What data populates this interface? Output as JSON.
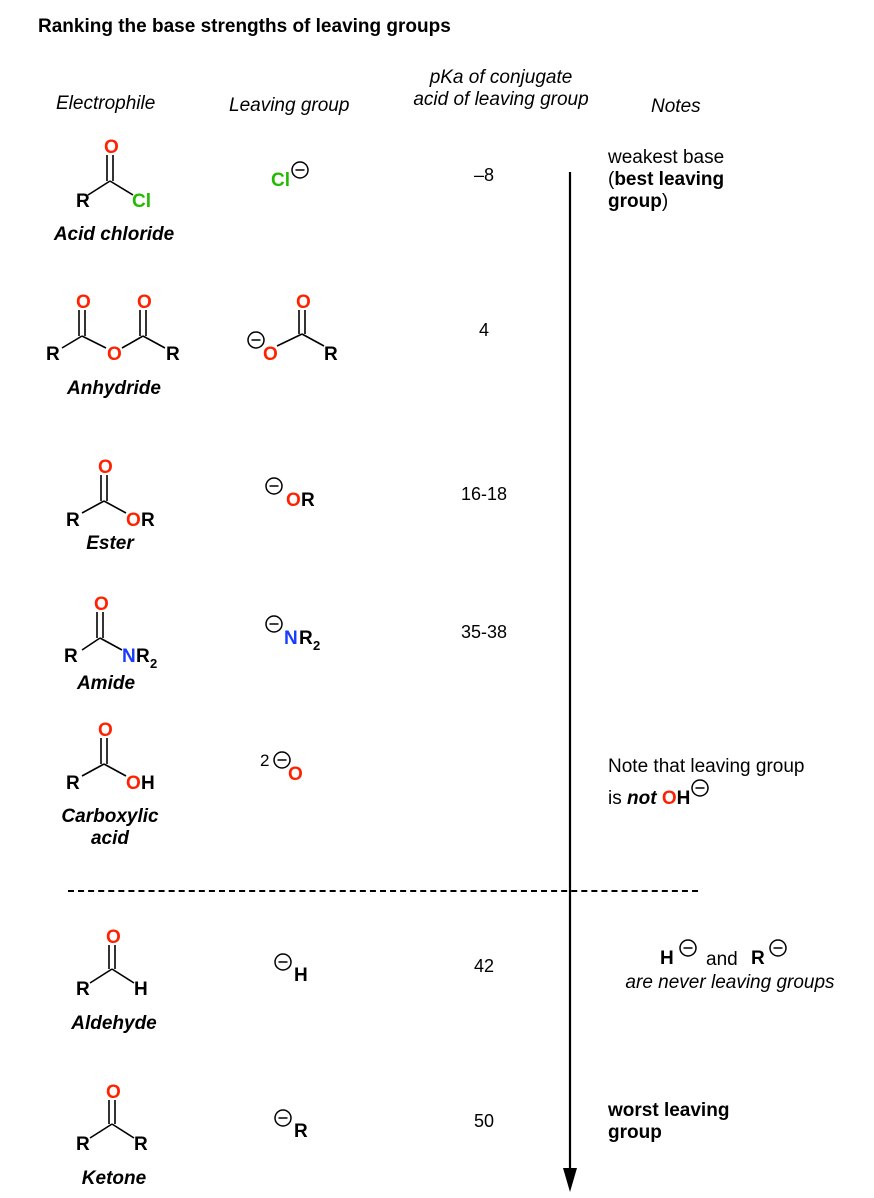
{
  "title": "Ranking the base strengths of leaving groups",
  "headers": {
    "electrophile": "Electrophile",
    "leaving_group": "Leaving group",
    "pka_line1": "pKa of conjugate",
    "pka_line2": "acid of leaving group",
    "notes": "Notes"
  },
  "rows": [
    {
      "name": "Acid chloride",
      "pka": "–8"
    },
    {
      "name": "Anhydride",
      "pka": "4"
    },
    {
      "name": "Ester",
      "pka": "16-18"
    },
    {
      "name": "Amide",
      "pka": "35-38"
    },
    {
      "name_line1": "Carboxylic",
      "name_line2": "acid",
      "pka": ""
    },
    {
      "name": "Aldehyde",
      "pka": "42"
    },
    {
      "name": "Ketone",
      "pka": "50"
    }
  ],
  "atoms": {
    "R": "R",
    "O": "O",
    "Cl": "Cl",
    "OR": "OR",
    "N": "N",
    "R2": "R",
    "sub2": "2",
    "OH": "OH",
    "H": "H",
    "two": "2"
  },
  "notes": {
    "weakest_line1": "weakest base",
    "weakest_open": "(",
    "weakest_bold1": "best leaving",
    "weakest_bold2": "group",
    "weakest_close": ")",
    "cooh_line1": "Note that leaving group",
    "cooh_is": "is ",
    "cooh_not": "not",
    "cooh_O": "O",
    "cooh_H": "H",
    "never_H": "H",
    "never_and": "and",
    "never_R": "R",
    "never_line2": "are never leaving groups",
    "worst_line1": "worst leaving",
    "worst_line2": "group"
  },
  "colors": {
    "oxygen": "#ff2200",
    "chlorine": "#22bb00",
    "nitrogen": "#1a3cff"
  },
  "icons": [
    "negative-charge-icon",
    "trend-arrow"
  ]
}
